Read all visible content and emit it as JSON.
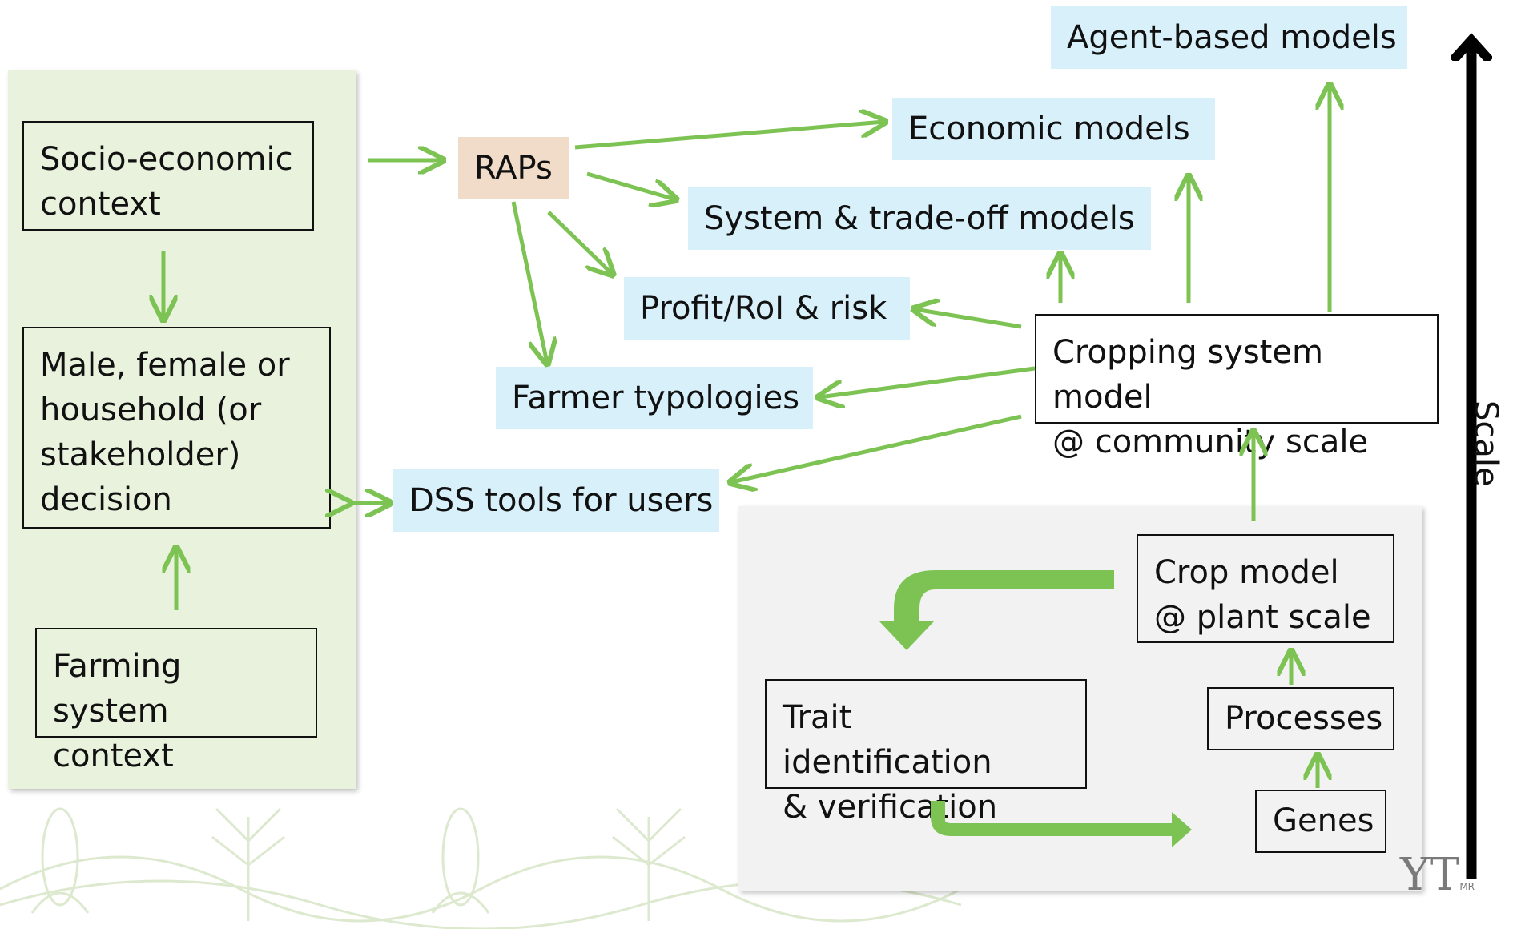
{
  "colors": {
    "arrow": "#7dc353",
    "model_fill": "#d7f0fa",
    "raps_fill": "#f0dcc8",
    "left_panel": "#e8f2dd",
    "right_panel": "#f2f2f2"
  },
  "left_panel": {
    "socio_economic": "Socio-economic\ncontext",
    "decision": "Male, female or\nhousehold (or\nstakeholder)\ndecision",
    "farming_system": "Farming system\ncontext"
  },
  "middle": {
    "raps": "RAPs",
    "economic_models": "Economic models",
    "system_tradeoff_models": "System & trade-off models",
    "profit_roi_risk": "Profit/RoI & risk",
    "farmer_typologies": "Farmer typologies",
    "dss_tools": "DSS tools for users",
    "agent_based_models": "Agent-based models"
  },
  "right": {
    "cropping_system_model": "Cropping system model\n@ community scale",
    "crop_model": "Crop model\n@ plant scale",
    "trait_identification": "Trait identification\n& verification",
    "processes": "Processes",
    "genes": "Genes"
  },
  "scale_label": "Scale",
  "logo": {
    "text": "YT",
    "mark": "MR"
  }
}
